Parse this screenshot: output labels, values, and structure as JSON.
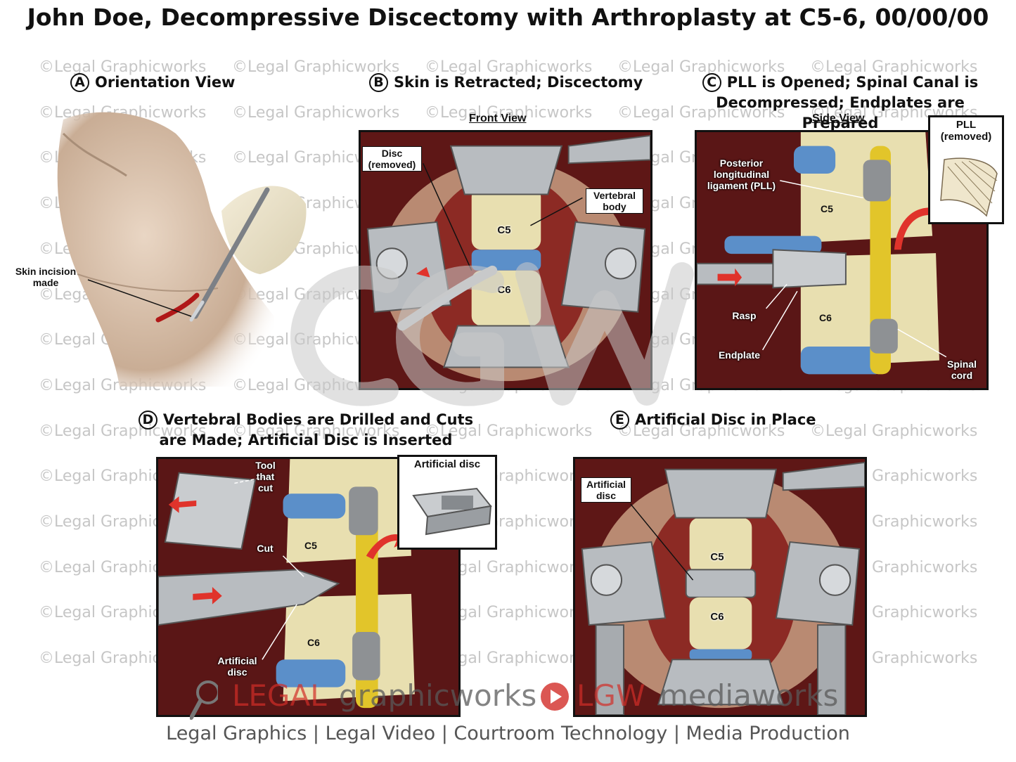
{
  "title": "John Doe, Decompressive Discectomy with Arthroplasty at C5-6, 00/00/00",
  "watermark": "©Legal Graphicworks",
  "sections": {
    "a": {
      "letter": "A",
      "heading": "Orientation View",
      "labels": {
        "incision": "Skin incision made"
      }
    },
    "b": {
      "letter": "B",
      "heading": "Skin is Retracted; Discectomy",
      "subheading": "Front View",
      "labels": {
        "disc": "Disc (removed)",
        "vertebral_body": "Vertebral body",
        "c5": "C5",
        "c6": "C6"
      }
    },
    "c": {
      "letter": "C",
      "heading": "PLL is Opened; Spinal Canal is Decompressed; Endplates are Prepared",
      "subheading": "Side View",
      "inset_title": "PLL (removed)",
      "labels": {
        "pll": "Posterior longitudinal ligament (PLL)",
        "c5": "C5",
        "c6": "C6",
        "rasp": "Rasp",
        "endplate": "Endplate",
        "spinal_cord": "Spinal cord"
      }
    },
    "d": {
      "letter": "D",
      "heading": "Vertebral Bodies are Drilled and Cuts are Made; Artificial Disc is Inserted",
      "inset_title": "Artificial disc",
      "labels": {
        "tool": "Tool that cut",
        "cut": "Cut",
        "c5": "C5",
        "c6": "C6",
        "artificial_disc": "Artificial disc"
      }
    },
    "e": {
      "letter": "E",
      "heading": "Artificial Disc in Place",
      "labels": {
        "artificial_disc": "Artificial disc",
        "c5": "C5",
        "c6": "C6"
      }
    }
  },
  "brand": {
    "legal": "LEGAL",
    "graphicworks": "graphicworks",
    "lgw": "LGW",
    "mediaworks": "mediaworks"
  },
  "footer": "Legal Graphics | Legal Video | Courtroom Technology | Media Production",
  "colors": {
    "tissue": "#6b1c1a",
    "bone": "#e8dfb0",
    "disc": "#5b8fc9",
    "cord": "#e2c52a",
    "metal": "#b8bcc0",
    "arrow": "#e0332b"
  }
}
